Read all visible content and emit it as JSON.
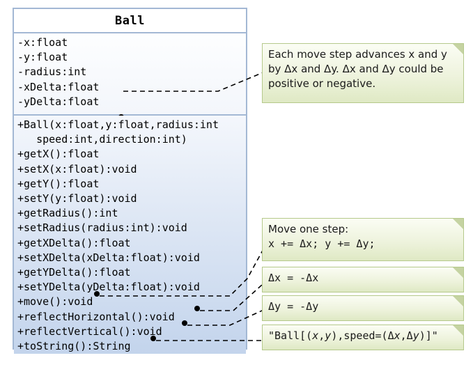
{
  "diagram": {
    "type": "uml-class-diagram",
    "class": {
      "name": "Ball",
      "attributes": [
        "-x:float",
        "-y:float",
        "-radius:int",
        "-xDelta:float",
        "-yDelta:float"
      ],
      "methods": [
        "+Ball(x:float,y:float,radius:int",
        "   speed:int,direction:int)",
        "+getX():float",
        "+setX(x:float):void",
        "+getY():float",
        "+setY(y:float):void",
        "+getRadius():int",
        "+setRadius(radius:int):void",
        "+getXDelta():float",
        "+setXDelta(xDelta:float):void",
        "+getYDelta():float",
        "+setYDelta(yDelta:float):void",
        "+move():void",
        "+reflectHorizontal():void",
        "+reflectVertical():void",
        "+toString():String"
      ]
    },
    "notes": [
      {
        "id": "move-description",
        "lines": [
          "Each move step advances x and y",
          "by Δx and Δy.  Δx and Δy could be",
          "positive or negative."
        ]
      },
      {
        "id": "move-code",
        "title": "Move one step:",
        "code": "x += Δx;  y += Δy;"
      },
      {
        "id": "reflect-horizontal-code",
        "code": "Δx  =  -Δx"
      },
      {
        "id": "reflect-vertical-code",
        "code": "Δy  =  -Δy"
      },
      {
        "id": "tostring-code",
        "code_prefix": "\"Ball[(",
        "code_x": "x",
        "code_mid1": ",",
        "code_y": "y",
        "code_mid2": "),speed=(Δ",
        "code_x2": "x",
        "code_mid3": ",Δ",
        "code_y2": "y",
        "code_suffix": ")]\""
      }
    ],
    "colors": {
      "class_border": "#a3b8d4",
      "class_methods_fill_bottom": "#c3d4ec",
      "note_border": "#b5c98b",
      "note_fill": "#eef3dd",
      "note_fold": "#c5d3a2",
      "connector": "#000000"
    }
  }
}
